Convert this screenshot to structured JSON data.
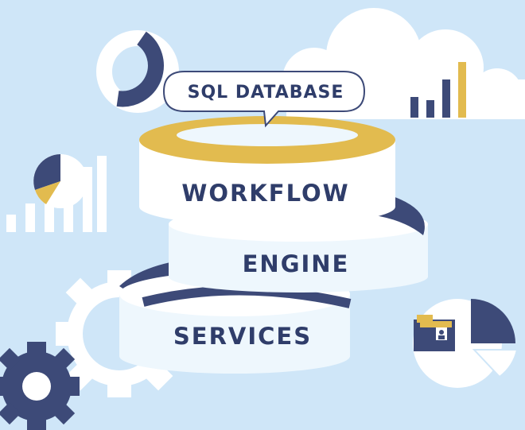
{
  "labels": {
    "bubble": "SQL DATABASE",
    "tier1": "WORKFLOW",
    "tier2": "ENGINE",
    "tier3": "SERVICES"
  },
  "icons": [
    "cloud-icon",
    "donut-chart-icon",
    "bar-chart-icon",
    "pie-chart-icon",
    "gear-icon",
    "folder-icon"
  ],
  "colors": {
    "background": "#cfe6f8",
    "navy": "#3d4a78",
    "gold": "#e2bb4f",
    "white": "#ffffff",
    "pale": "#eef7fd"
  }
}
